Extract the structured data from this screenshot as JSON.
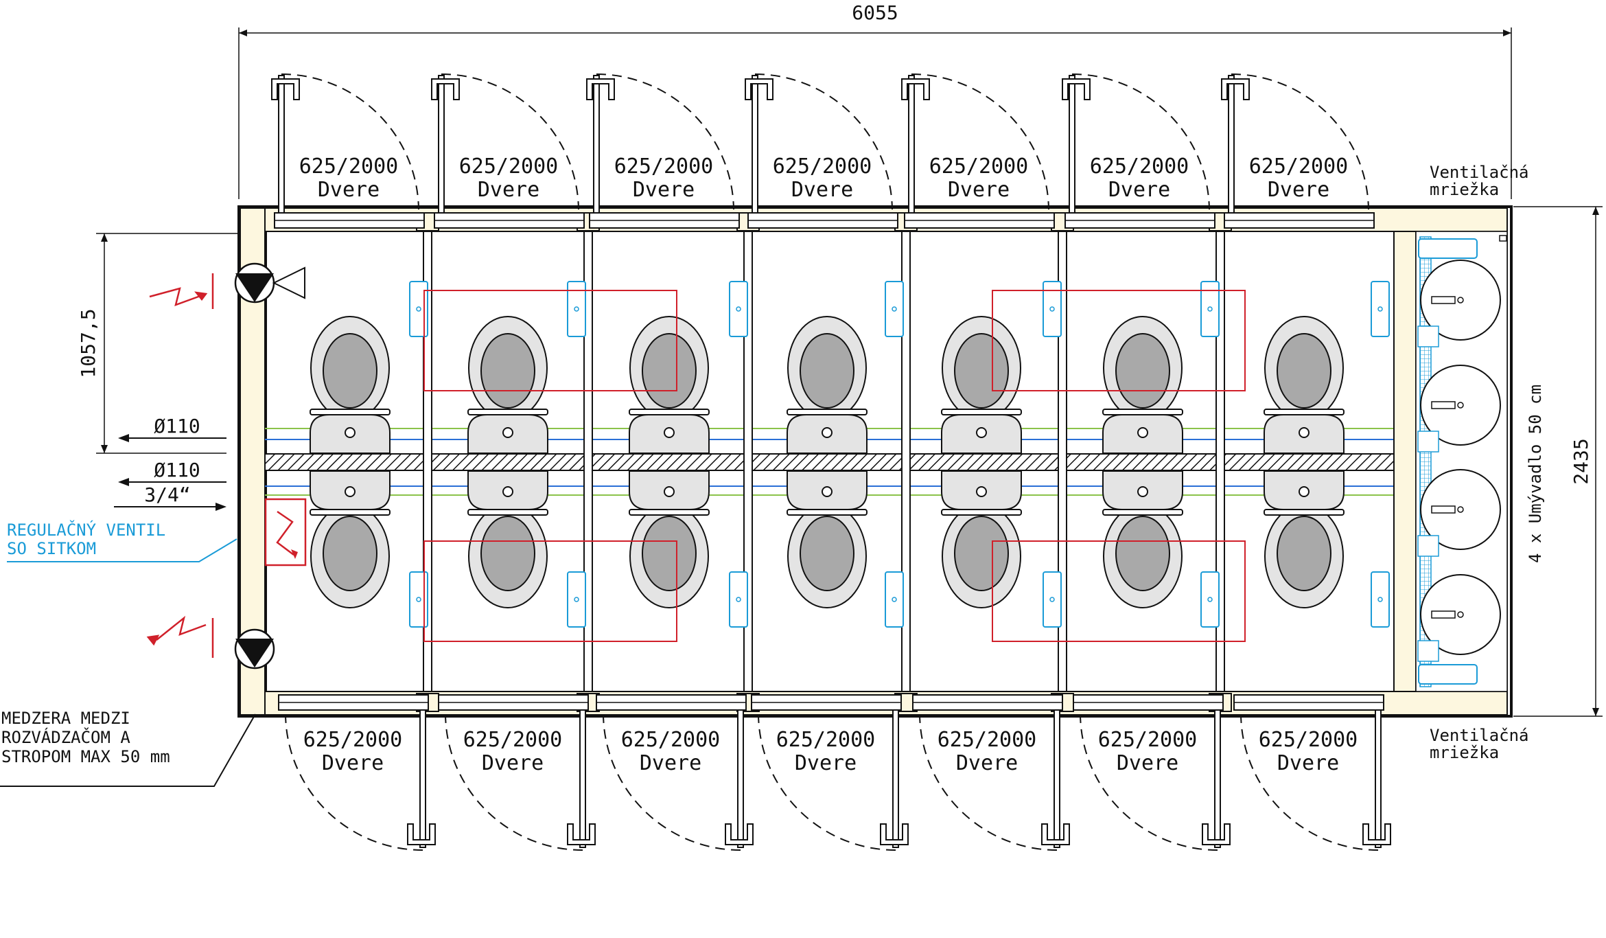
{
  "dimensions": {
    "total_width": "6055",
    "total_depth": "2435",
    "offset": "1057,5"
  },
  "doors": {
    "size": "625/2000",
    "label": "Dvere"
  },
  "vent": {
    "line1": "Ventilačná",
    "line2": "mriežka"
  },
  "pipes": {
    "drain1": "Ø110",
    "drain2": "Ø110",
    "water": "3/4“"
  },
  "notes": {
    "valve_line1": "REGULAČNÝ VENTIL",
    "valve_line2": "SO SITKOM",
    "gap_line1": "MEDZERA MEDZI",
    "gap_line2": "ROZVÁDZAČOM A",
    "gap_line3": "STROPOM MAX 50 mm"
  },
  "sinks": {
    "label": "4 x Umývadlo 50 cm"
  },
  "colors": {
    "line": "#111111",
    "electric": "#d0202a",
    "water_note": "#1a9bd7",
    "pipe_green": "#8bc34a",
    "pipe_blue": "#2a6fd6",
    "fixture_fill": "#e4e4e4",
    "bowl_fill": "#a9a9a9",
    "frame_fill": "#fdf7df"
  }
}
